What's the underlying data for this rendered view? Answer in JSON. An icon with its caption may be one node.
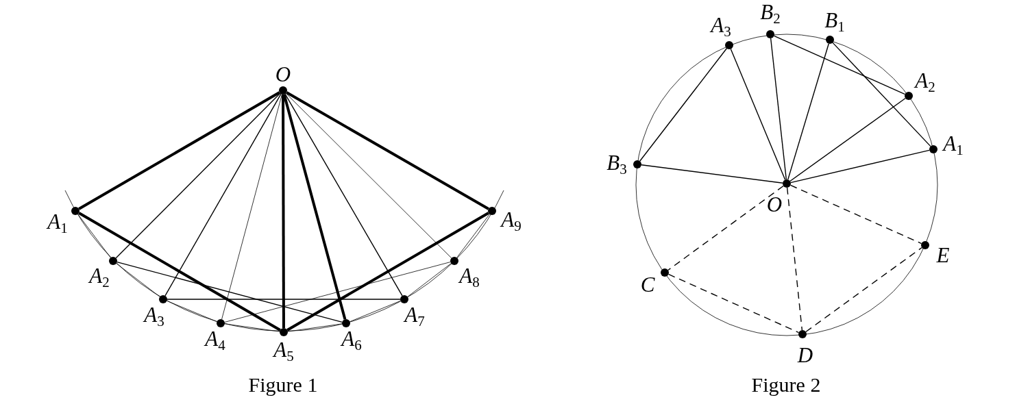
{
  "diagram": {
    "nodes": [
      {
        "text": [
          "O"
        ]
      },
      {
        "text": [
          "A$_{1}$"
        ]
      },
      {
        "text": [
          "A$_{2}$"
        ]
      },
      {
        "text": [
          "A$_{3}$"
        ]
      },
      {
        "text": [
          "A$_{4}$"
        ]
      },
      {
        "text": [
          "A$_{5}$"
        ]
      },
      {
        "text": [
          "A$_{6}$"
        ]
      },
      {
        "text": [
          "A$_{7}$"
        ]
      },
      {
        "text": [
          "A$_{8}$"
        ]
      },
      {
        "text": [
          "A$_{9}$"
        ]
      },
      {
        "text": [
          "A$_{3}$"
        ]
      },
      {
        "text": [
          "B$_{2}$"
        ]
      },
      {
        "text": [
          "B$_{1}$"
        ]
      },
      {
        "text": [
          "A$_{2}$"
        ]
      },
      {
        "text": [
          "A$_{1}$"
        ]
      },
      {
        "text": [
          "B$_{3}$"
        ]
      },
      {
        "text": [
          "O"
        ]
      },
      {
        "text": [
          "E"
        ]
      },
      {
        "text": [
          "C"
        ]
      },
      {
        "text": [
          "D"
        ]
      }
    ],
    "edges": [
      {
        "from": 0,
        "to": 1,
        "arrow": "none",
        "style": "thick"
      },
      {
        "from": 0,
        "to": 2,
        "arrow": "none"
      },
      {
        "from": 0,
        "to": 3,
        "arrow": "none"
      },
      {
        "from": 0,
        "to": 4,
        "arrow": "none"
      },
      {
        "from": 0,
        "to": 5,
        "arrow": "none",
        "style": "thick"
      },
      {
        "from": 0,
        "to": 6,
        "arrow": "none",
        "style": "thick"
      },
      {
        "from": 0,
        "to": 7,
        "arrow": "none"
      },
      {
        "from": 0,
        "to": 8,
        "arrow": "none"
      },
      {
        "from": 0,
        "to": 9,
        "arrow": "none",
        "style": "thick"
      },
      {
        "from": 1,
        "to": 5,
        "arrow": "none",
        "style": "thick"
      },
      {
        "from": 9,
        "to": 5,
        "arrow": "none",
        "style": "thick"
      },
      {
        "from": 2,
        "to": 6,
        "arrow": "none"
      },
      {
        "from": 3,
        "to": 7,
        "arrow": "none"
      },
      {
        "from": 4,
        "to": 8,
        "arrow": "none"
      },
      {
        "from": 1,
        "to": 2,
        "arrow": "none"
      },
      {
        "from": 2,
        "to": 3,
        "arrow": "none"
      },
      {
        "from": 3,
        "to": 4,
        "arrow": "none"
      },
      {
        "from": 4,
        "to": 5,
        "arrow": "none"
      },
      {
        "from": 5,
        "to": 6,
        "arrow": "none"
      },
      {
        "from": 6,
        "to": 7,
        "arrow": "none"
      },
      {
        "from": 7,
        "to": 8,
        "arrow": "none"
      },
      {
        "from": 8,
        "to": 9,
        "arrow": "none"
      },
      {
        "from": 16,
        "to": 14,
        "arrow": "none"
      },
      {
        "from": 16,
        "to": 13,
        "arrow": "none"
      },
      {
        "from": 16,
        "to": 12,
        "arrow": "none"
      },
      {
        "from": 16,
        "to": 11,
        "arrow": "none"
      },
      {
        "from": 16,
        "to": 10,
        "arrow": "none"
      },
      {
        "from": 16,
        "to": 15,
        "arrow": "none"
      },
      {
        "from": 14,
        "to": 12,
        "arrow": "none"
      },
      {
        "from": 13,
        "to": 11,
        "arrow": "none"
      },
      {
        "from": 10,
        "to": 15,
        "arrow": "none"
      },
      {
        "from": 16,
        "to": 18,
        "arrow": "none",
        "style": "dashed"
      },
      {
        "from": 16,
        "to": 19,
        "arrow": "none",
        "style": "dashed"
      },
      {
        "from": 16,
        "to": 17,
        "arrow": "none",
        "style": "dashed"
      },
      {
        "from": 18,
        "to": 19,
        "arrow": "none",
        "style": "dashed"
      },
      {
        "from": 19,
        "to": 17,
        "arrow": "none",
        "style": "dashed"
      }
    ],
    "labels": [
      "Figure 1",
      "Figure 2"
    ]
  }
}
